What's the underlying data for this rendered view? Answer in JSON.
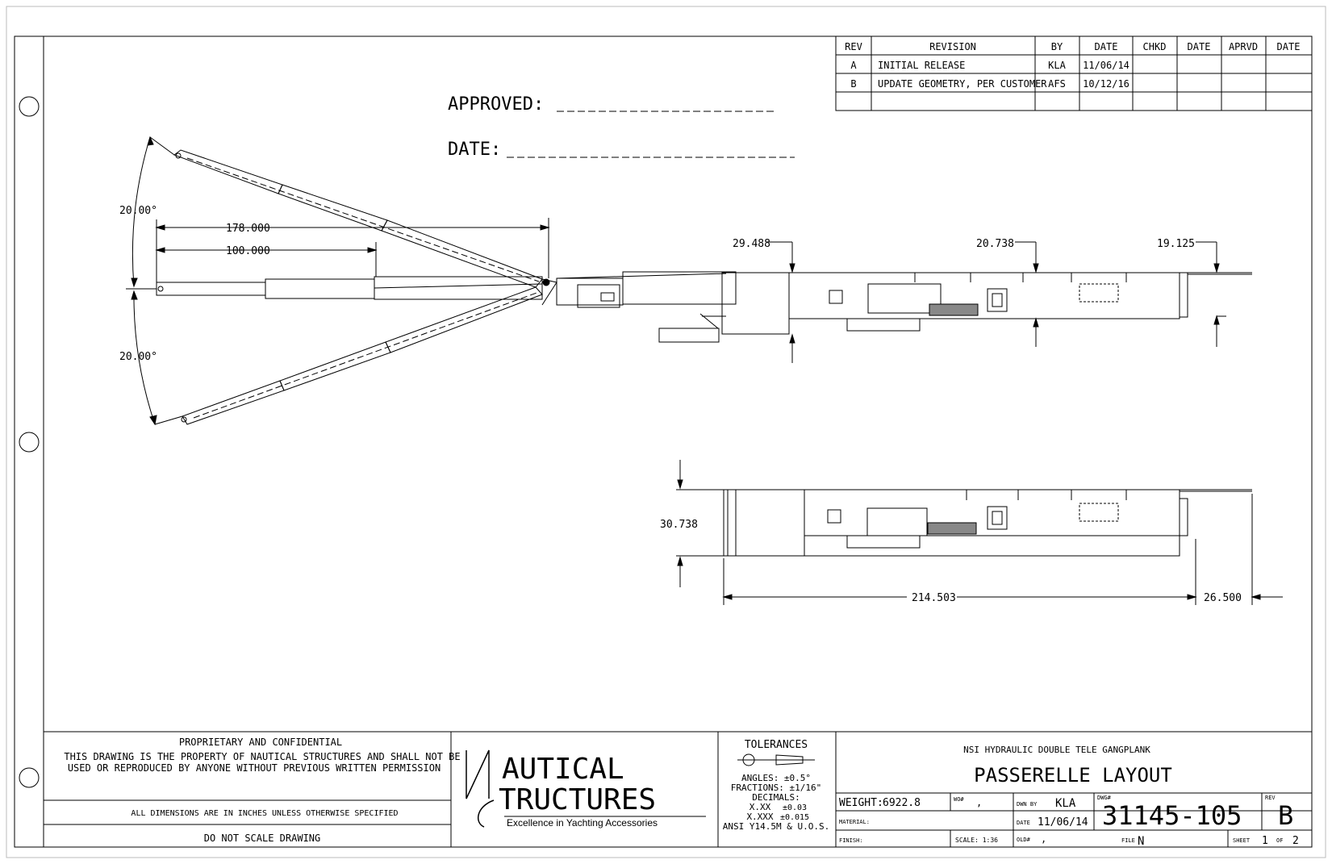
{
  "revision_table": {
    "headers": [
      "REV",
      "REVISION",
      "BY",
      "DATE",
      "CHKD",
      "DATE",
      "APRVD",
      "DATE"
    ],
    "rows": [
      [
        "A",
        "INITIAL RELEASE",
        "KLA",
        "11/06/14",
        "",
        "",
        "",
        ""
      ],
      [
        "B",
        "UPDATE GEOMETRY, PER CUSTOMER",
        "AFS",
        "10/12/16",
        "",
        "",
        "",
        ""
      ]
    ]
  },
  "approval": {
    "approved_label": "APPROVED:",
    "date_label": "DATE:"
  },
  "dimensions": {
    "angle_top": "20.00°",
    "angle_bottom": "20.00°",
    "length_178": "178.000",
    "length_100": "100.000",
    "d_29": "29.488",
    "d_20": "20.738",
    "d_19": "19.125",
    "d_30": "30.738",
    "d_214": "214.503",
    "d_26": "26.500"
  },
  "title_block": {
    "proprietary_title": "PROPRIETARY AND CONFIDENTIAL",
    "proprietary_line1": "THIS DRAWING IS THE PROPERTY OF NAUTICAL STRUCTURES AND SHALL NOT BE",
    "proprietary_line2": "USED OR REPRODUCED BY ANYONE WITHOUT PREVIOUS WRITTEN PERMISSION",
    "units_note": "ALL DIMENSIONS ARE IN INCHES UNLESS OTHERWISE SPECIFIED",
    "scale_note": "DO NOT SCALE DRAWING",
    "logo_line1": "AUTICAL",
    "logo_line2": "TRUCTURES",
    "logo_tagline": "Excellence in Yachting Accessories",
    "tolerances_title": "TOLERANCES",
    "angles": "ANGLES: ±0.5°",
    "fractions": "FRACTIONS: ±1/16\"",
    "decimals": "DECIMALS:",
    "xxx": "X.XX",
    "xxx_val": "±0.03",
    "xxxx": "X.XXX",
    "xxxx_val": "±0.015",
    "ansi": "ANSI Y14.5M & U.O.S.",
    "product": "NSI HYDRAULIC DOUBLE TELE GANGPLANK",
    "drawing_title": "PASSERELLE LAYOUT",
    "weight_label": "WEIGHT:",
    "weight": "6922.8",
    "wo_label": "WO#",
    "wo_value": ",",
    "dwn_label": "DWN BY",
    "dwn_value": "KLA",
    "dwg_label": "DWG#",
    "dwg_number": "31145-105",
    "rev_label": "REV",
    "rev_value": "B",
    "material_label": "MATERIAL:",
    "date_label": "DATE",
    "date_value": "11/06/14",
    "finish_label": "FINISH:",
    "scale_label": "SCALE: 1:36",
    "old_label": "OLD#",
    "old_value": ",",
    "file_label": "FILE",
    "file_value": "N",
    "sheet_label": "SHEET",
    "sheet_num": "1",
    "of_label": "OF",
    "sheet_total": "2"
  }
}
